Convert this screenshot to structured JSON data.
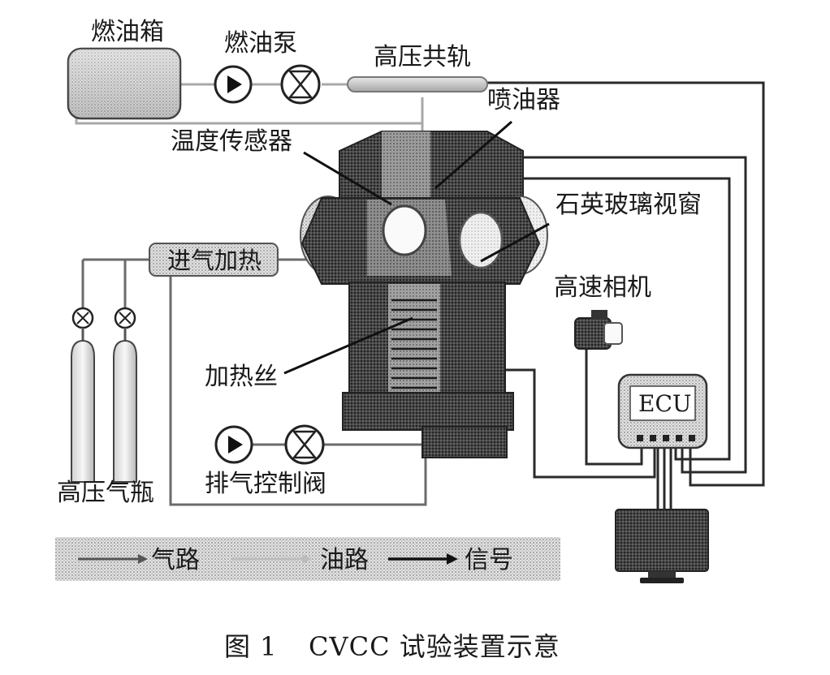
{
  "labels": {
    "fuel_tank": "燃油箱",
    "fuel_pump": "燃油泵",
    "rail": "高压共轨",
    "injector": "喷油器",
    "temp_sensor": "温度传感器",
    "quartz_window": "石英玻璃视窗",
    "intake_heating": "进气加热",
    "camera": "高速相机",
    "heating_wire": "加热丝",
    "ecu": "ECU",
    "exhaust_valve": "排气控制阀",
    "gas_cylinder": "高压气瓶"
  },
  "legend": {
    "gas": "气路",
    "oil": "油路",
    "signal": "信号"
  },
  "caption": {
    "number": "图 1",
    "text": "CVCC 试验装置示意"
  },
  "colors": {
    "gas_line": "#6b6b6b",
    "oil_line": "#a8a8a8",
    "signal_line": "#2a2a2a",
    "chamber_dark": "#3a3a3a",
    "chamber_mid": "#6e6e6e",
    "legend_bg": "#d9d9d9"
  }
}
